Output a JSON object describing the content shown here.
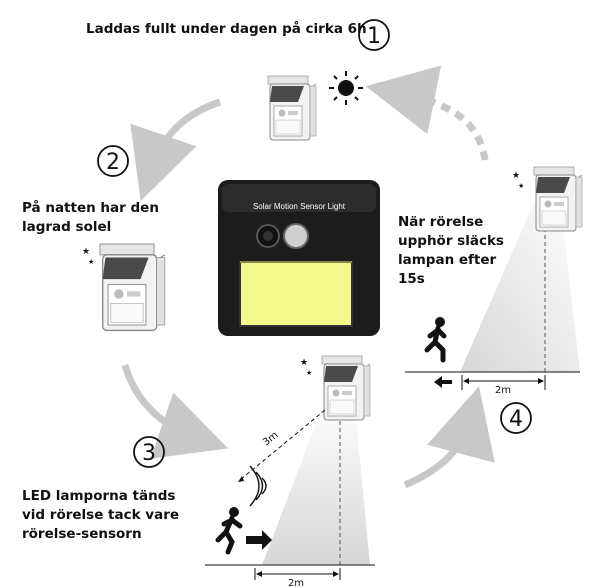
{
  "captions": {
    "step1": "Laddas fullt under dagen på cirka 6h",
    "step2": "På natten har den lagrad solel",
    "step3": "LED lamporna tänds vid rörelse tack vare rörelse-sensorn",
    "step4": "När rörelse upphör släcks lampan efter 15s"
  },
  "step_numbers": {
    "n1": "1",
    "n2": "2",
    "n3": "3",
    "n4": "4"
  },
  "product": {
    "label": "Solar Motion Sensor Light"
  },
  "distances": {
    "detection": "3m",
    "ground_step3": "2m",
    "ground_step4": "2m"
  },
  "icons": [
    "sun-icon",
    "moon-stars-icon",
    "walking-person-icon",
    "running-person-icon",
    "motion-waves-icon",
    "cycle-arrow-icon"
  ],
  "colors": {
    "lamp_panel": "#5a5a5a",
    "led": "#f4f78a",
    "beam": "#d9d9d9",
    "arrow": "#c8c8c8",
    "device": "#1c1c1c"
  }
}
